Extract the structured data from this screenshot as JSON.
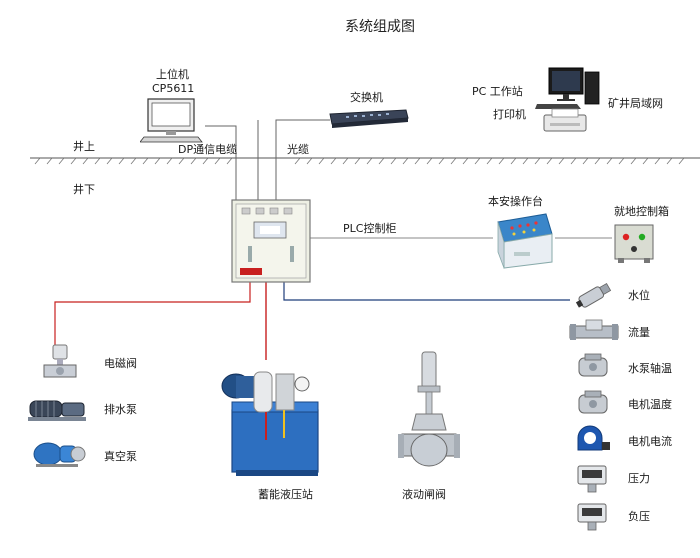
{
  "title": "系统组成图",
  "labels": {
    "host_line1": "上位机",
    "host_line2": "CP5611",
    "dp_cable": "DP通信电缆",
    "switch": "交换机",
    "pc_station": "PC 工作站",
    "printer": "打印机",
    "mine_lan": "矿井局域网",
    "fiber": "光缆",
    "above_ground": "井上",
    "underground": "井下",
    "plc_cabinet": "PLC控制柜",
    "intrinsic_console": "本安操作台",
    "local_control_box": "就地控制箱",
    "solenoid_valve": "电磁阀",
    "drain_pump": "排水泵",
    "vacuum_pump": "真空泵",
    "hydraulic_station": "蓄能液压站",
    "gate_valve": "液动闸阀",
    "water_level": "水位",
    "flow": "流量",
    "pump_bearing_temp": "水泵轴温",
    "motor_temp": "电机温度",
    "motor_current": "电机电流",
    "pressure": "压力",
    "negative_pressure": "负压"
  },
  "colors": {
    "red_line": "#c8201f",
    "blue_line": "#1f3d7a",
    "gray_line": "#888888",
    "ground": "#555555"
  }
}
